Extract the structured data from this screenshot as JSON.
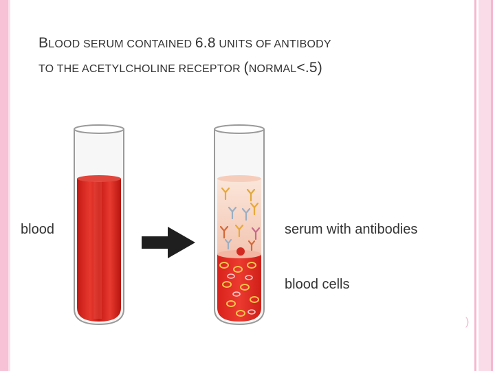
{
  "title": {
    "line1_parts": [
      {
        "text": "B",
        "size": "big"
      },
      {
        "text": "LOOD SERUM CONTAINED ",
        "size": "small"
      },
      {
        "text": "6.8",
        "size": "big"
      },
      {
        "text": " UNITS OF ANTIBODY",
        "size": "small"
      }
    ],
    "line2_parts": [
      {
        "text": "TO THE ACETYLCHOLINE RECEPTOR ",
        "size": "small"
      },
      {
        "text": "(",
        "size": "big"
      },
      {
        "text": "NORMAL",
        "size": "small"
      },
      {
        "text": "<.5)",
        "size": "big"
      }
    ]
  },
  "figure": {
    "label_blood": "blood",
    "label_serum": "serum with antibodies",
    "label_cells": "blood cells"
  },
  "colors": {
    "accent_pink": "#f7c1d6",
    "blood_red": "#d8241f",
    "serum": "#f8d8c8"
  },
  "page_mark": ")"
}
